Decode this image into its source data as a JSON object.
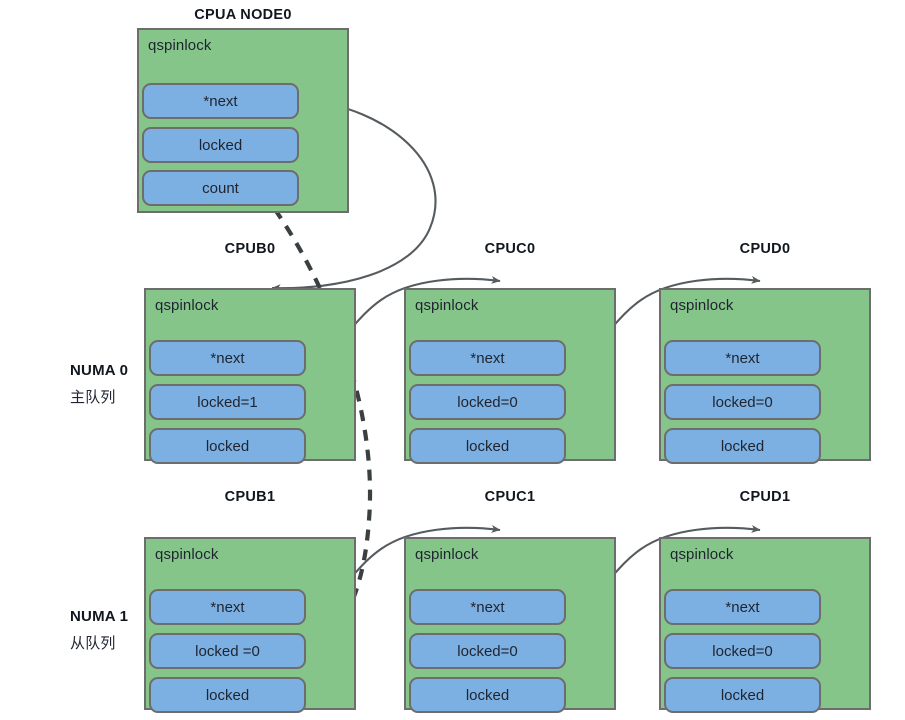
{
  "diagram": {
    "title_top": "CPUA  NODE0",
    "colors": {
      "node_fill": "#86c58a",
      "node_stroke": "#6d6d6d",
      "field_fill": "#7cb0e2",
      "field_stroke": "#6d6d6d",
      "edge_stroke": "#555b5e",
      "background": "#ffffff"
    }
  },
  "row_labels": [
    {
      "main": "NUMA 0",
      "sub": "主队列"
    },
    {
      "main": "NUMA 1",
      "sub": "从队列"
    }
  ],
  "nodes": [
    {
      "id": "cpua",
      "caption": "CPUA  NODE0",
      "struct_label": "qspinlock",
      "fields": [
        "*next",
        "locked",
        "count"
      ]
    },
    {
      "id": "cpub0",
      "caption": "CPUB0",
      "struct_label": "qspinlock",
      "fields": [
        "*next",
        "locked=1",
        "locked"
      ]
    },
    {
      "id": "cpuc0",
      "caption": "CPUC0",
      "struct_label": "qspinlock",
      "fields": [
        "*next",
        "locked=0",
        "locked"
      ]
    },
    {
      "id": "cpud0",
      "caption": "CPUD0",
      "struct_label": "qspinlock",
      "fields": [
        "*next",
        "locked=0",
        "locked"
      ]
    },
    {
      "id": "cpub1",
      "caption": "CPUB1",
      "struct_label": "qspinlock",
      "fields": [
        "*next",
        "locked =0",
        "locked"
      ]
    },
    {
      "id": "cpuc1",
      "caption": "CPUC1",
      "struct_label": "qspinlock",
      "fields": [
        "*next",
        "locked=0",
        "locked"
      ]
    },
    {
      "id": "cpud1",
      "caption": "CPUD1",
      "struct_label": "qspinlock",
      "fields": [
        "*next",
        "locked=0",
        "locked"
      ]
    }
  ],
  "edges": [
    {
      "id": "cpua-next-to-cpub0",
      "from": "cpua.*next",
      "to": "cpub0",
      "style": "solid"
    },
    {
      "id": "cpua-count-to-cpub1-locked",
      "from": "cpua.count",
      "to": "cpub1.locked =0",
      "style": "dashed"
    },
    {
      "id": "cpub0-next-to-cpuc0",
      "from": "cpub0.*next",
      "to": "cpuc0",
      "style": "solid"
    },
    {
      "id": "cpuc0-next-to-cpud0",
      "from": "cpuc0.*next",
      "to": "cpud0",
      "style": "solid"
    },
    {
      "id": "cpub1-next-to-cpuc1",
      "from": "cpub1.*next",
      "to": "cpuc1",
      "style": "solid"
    },
    {
      "id": "cpuc1-next-to-cpud1",
      "from": "cpuc1.*next",
      "to": "cpud1",
      "style": "solid"
    }
  ]
}
